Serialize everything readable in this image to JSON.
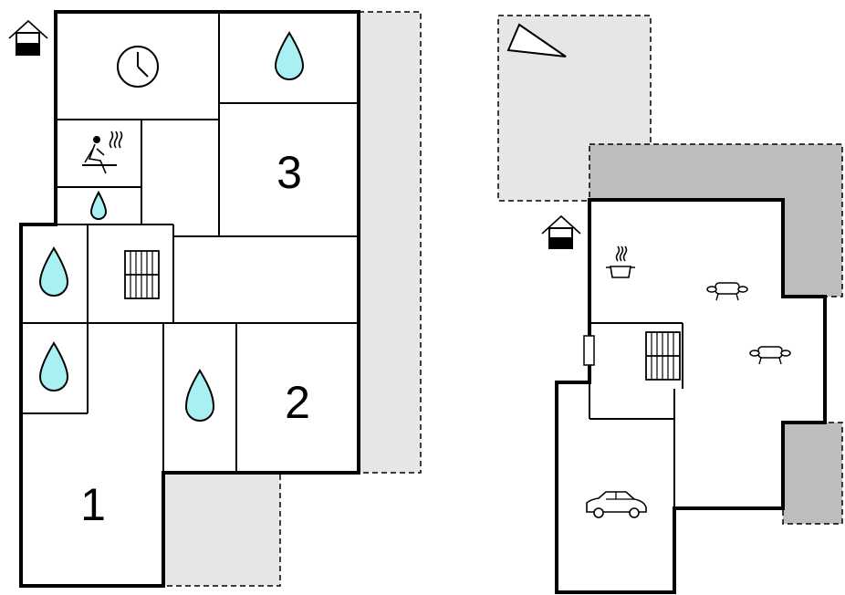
{
  "rooms": {
    "bedroom_1": "1",
    "bedroom_2": "2",
    "bedroom_3": "3"
  },
  "icons": {
    "entrance": "house-entrance-icon",
    "clock": "clock-icon",
    "water": "water-drop-icon",
    "sauna": "sauna-icon",
    "stairs": "stairs-icon",
    "kitchen": "cooking-pot-icon",
    "sofa": "sofa-icon",
    "car": "car-icon",
    "direction": "triangle-icon"
  },
  "colors": {
    "water": "#a8f0f2",
    "terrace_light": "#e6e6e6",
    "terrace_dark": "#bdbdbd",
    "walls": "#000000"
  }
}
